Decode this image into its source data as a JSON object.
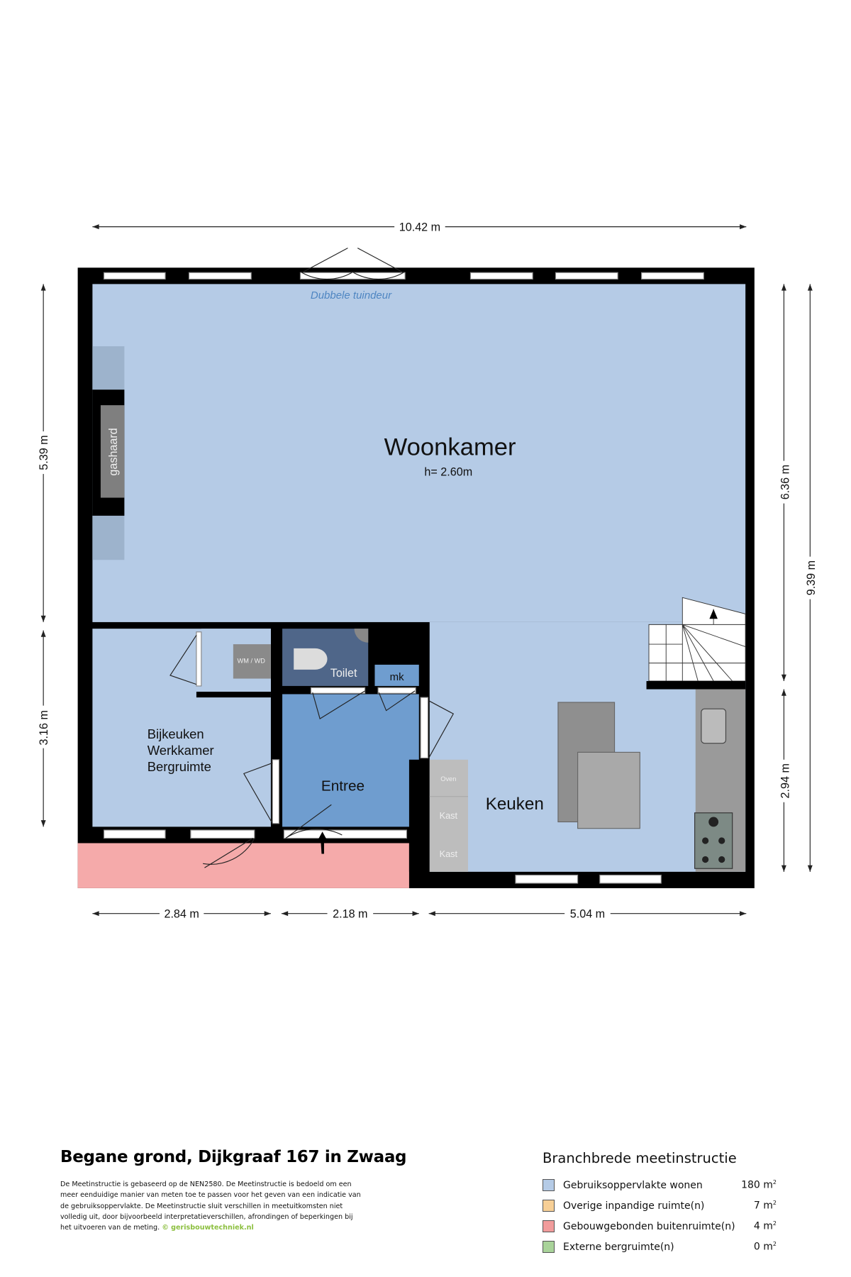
{
  "dimensions": {
    "top_width": "10.42 m",
    "left_upper": "5.39 m",
    "left_lower": "3.16 m",
    "right_upper": "6.36 m",
    "right_lower": "2.94 m",
    "right_total": "9.39 m",
    "bottom_left": "2.84 m",
    "bottom_mid": "2.18 m",
    "bottom_right": "5.04 m"
  },
  "rooms": {
    "woonkamer": "Woonkamer",
    "woonkamer_height": "h= 2.60m",
    "garden_door": "Dubbele tuindeur",
    "fireplace": "gashaard",
    "bijkeuken_lines": [
      "Bijkeuken",
      "Werkkamer",
      "Bergruimte"
    ],
    "wm_wd": "WM / WD",
    "toilet": "Toilet",
    "mk": "mk",
    "entree": "Entree",
    "keuken": "Keuken",
    "oven": "Oven",
    "kast1": "Kast",
    "kast2": "Kast"
  },
  "footer": {
    "title": "Begane grond, Dijkgraaf 167 in Zwaag",
    "description": "De Meetinstructie is gebaseerd op de NEN2580. De Meetinstructie is bedoeld om een meer eenduidige manier van meten toe te passen voor het geven van een indicatie van de gebruiksoppervlakte. De Meetinstructie sluit verschillen in meetuitkomsten niet volledig uit, door bijvoorbeeld interpretatieverschillen, afrondingen of beperkingen bij het uitvoeren van de meting.",
    "credit": "© gerisbouwtechniek.nl"
  },
  "legend": {
    "title": "Branchbrede meetinstructie",
    "unit": "m",
    "unit_sup": "2",
    "items": [
      {
        "label": "Gebruiksoppervlakte wonen",
        "value": "180",
        "color": "#b5cbe6"
      },
      {
        "label": "Overige inpandige ruimte(n)",
        "value": "7",
        "color": "#f7cf96"
      },
      {
        "label": "Gebouwgebonden buitenruimte(n)",
        "value": "4",
        "color": "#f19c9c"
      },
      {
        "label": "Externe bergruimte(n)",
        "value": "0",
        "color": "#a9d39a"
      }
    ]
  },
  "colors": {
    "living": "#b5cbe6",
    "entree": "#6f9dcf",
    "toilet": "#4f6689",
    "terrace": "#f5aaaa",
    "wall": "#000000"
  }
}
